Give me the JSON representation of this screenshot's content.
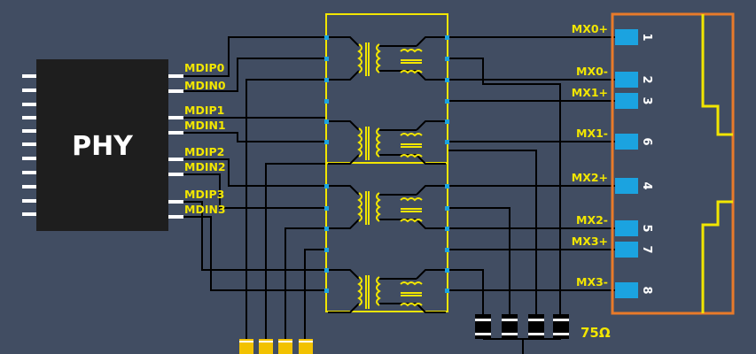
{
  "chip": {
    "label": "PHY"
  },
  "phy_signals": [
    "MDIP0",
    "MDIN0",
    "MDIP1",
    "MDIN1",
    "MDIP2",
    "MDIN2",
    "MDIP3",
    "MDIN3"
  ],
  "connector_pins": [
    {
      "signal": "MX0+",
      "pin": "1"
    },
    {
      "signal": "MX0-",
      "pin": "2"
    },
    {
      "signal": "MX1+",
      "pin": "3"
    },
    {
      "signal": "MX1-",
      "pin": "6"
    },
    {
      "signal": "MX2+",
      "pin": "4"
    },
    {
      "signal": "MX2-",
      "pin": "5"
    },
    {
      "signal": "MX3+",
      "pin": "7"
    },
    {
      "signal": "MX3-",
      "pin": "8"
    }
  ],
  "termination": {
    "label": "75Ω"
  },
  "colors": {
    "background": "#414d62",
    "wire": "#000000",
    "chip": "#1e1e1e",
    "label": "#f2e600",
    "transformer_frame": "#f2e600",
    "connector_frame": "#e87a2a",
    "pad": "#1ba3e0",
    "capacitor": "#f2c200"
  }
}
